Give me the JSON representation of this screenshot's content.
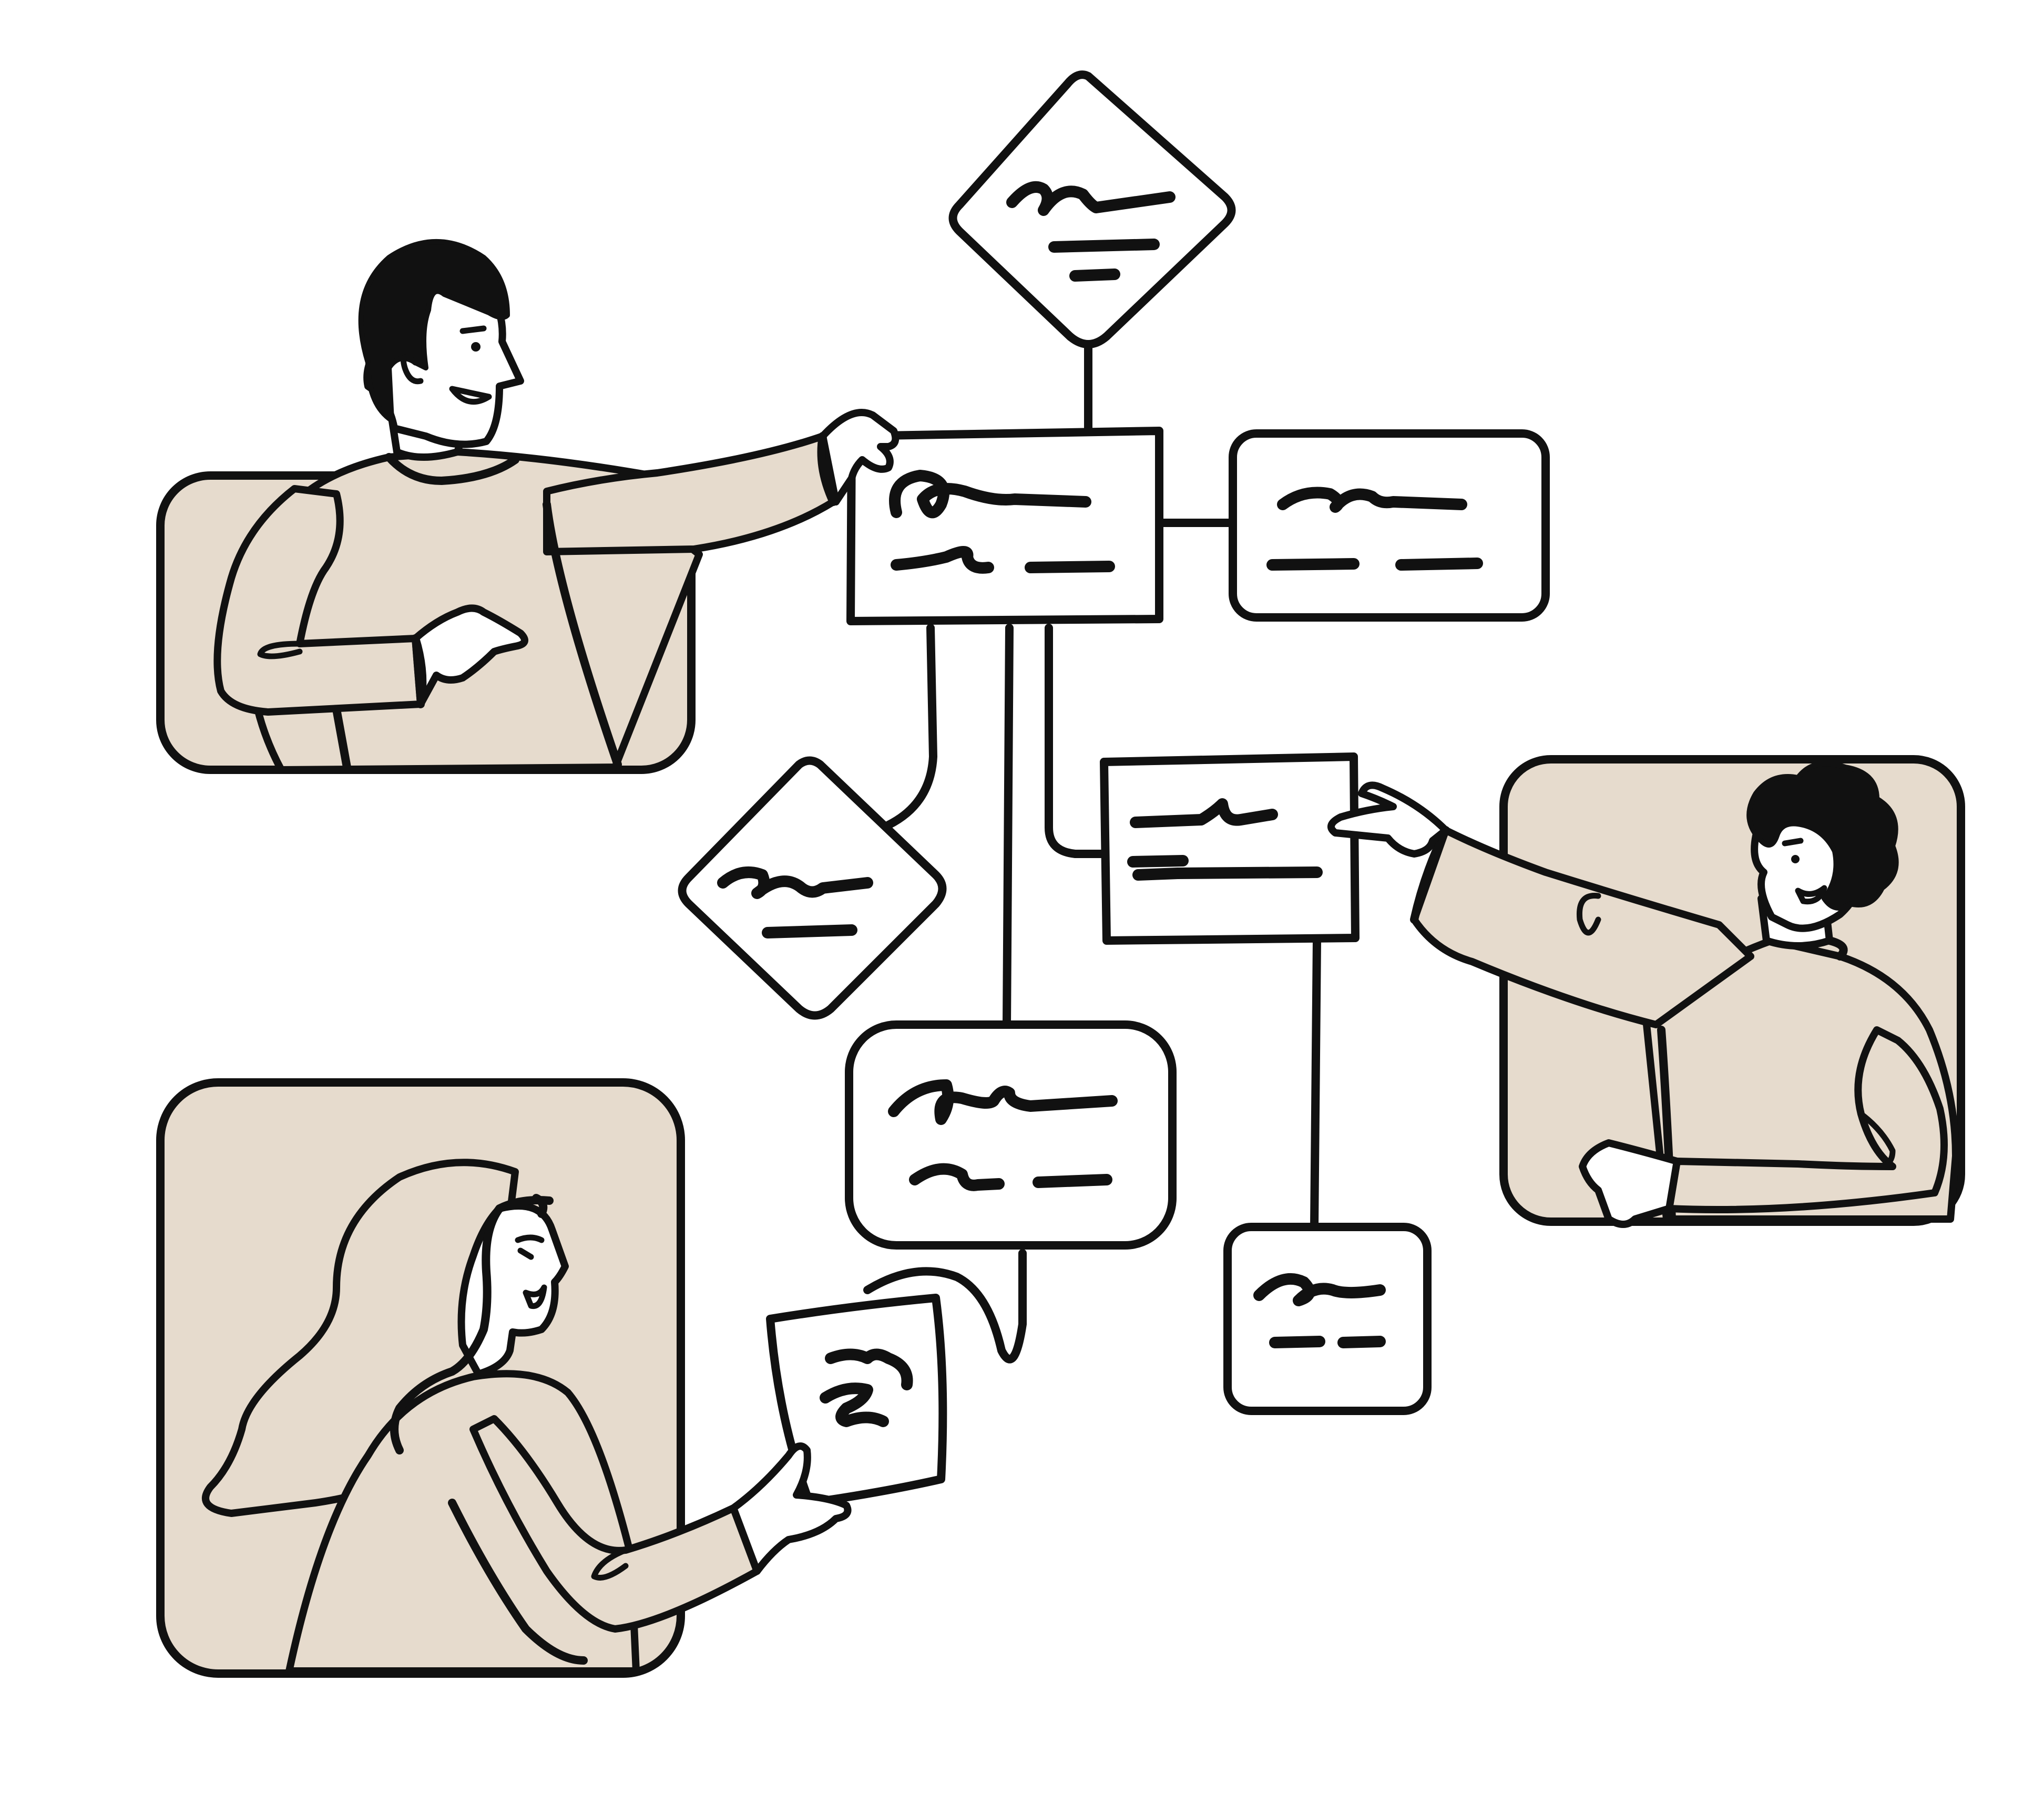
{
  "colors": {
    "ink": "#111111",
    "panel_fill": "#e6dbcd",
    "skin_fill": "#ffffff",
    "background": "#ffffff"
  },
  "illustration": {
    "people": [
      "man-pointing",
      "woman-holding-note",
      "person-pointing"
    ],
    "flow_nodes": [
      "decision-top",
      "process-center",
      "process-right",
      "decision-left",
      "process-mid-right",
      "process-bottom-center",
      "process-bottom-right",
      "sticky-note"
    ]
  }
}
